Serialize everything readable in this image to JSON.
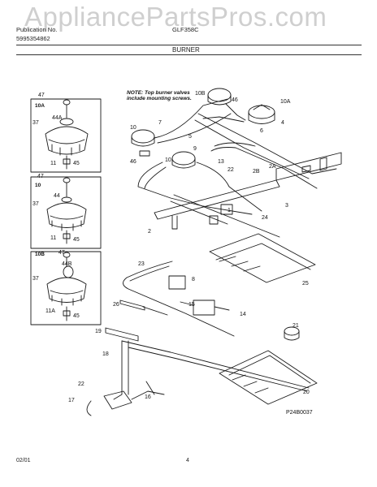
{
  "watermark": "AppliancePartsPros.com",
  "header": {
    "pub_label": "Publication No.",
    "pub_number": "5995354862",
    "model": "GLF358C",
    "section_title": "BURNER"
  },
  "note": [
    "NOTE: Top burner valves",
    "include mounting screws."
  ],
  "insets": [
    {
      "id": "10A",
      "parts": [
        "47",
        "37",
        "44A",
        "11",
        "45"
      ]
    },
    {
      "id": "10",
      "parts": [
        "47",
        "37",
        "44",
        "11",
        "45"
      ]
    },
    {
      "id": "10B",
      "parts": [
        "47",
        "44B",
        "37",
        "11A",
        "45"
      ]
    }
  ],
  "callouts": [
    "10B",
    "46",
    "10A",
    "4",
    "7",
    "10",
    "5",
    "6",
    "9",
    "46",
    "10",
    "13",
    "22",
    "2B",
    "2A",
    "3",
    "24",
    "2",
    "1",
    "23",
    "25",
    "8",
    "26",
    "15",
    "14",
    "19",
    "21",
    "18",
    "20",
    "22",
    "17",
    "16"
  ],
  "figure_code": "P24B0037",
  "footer": {
    "date": "02/01",
    "page": "4"
  },
  "colors": {
    "line": "#1a1a1a",
    "watermark": "#cfcfcf"
  }
}
